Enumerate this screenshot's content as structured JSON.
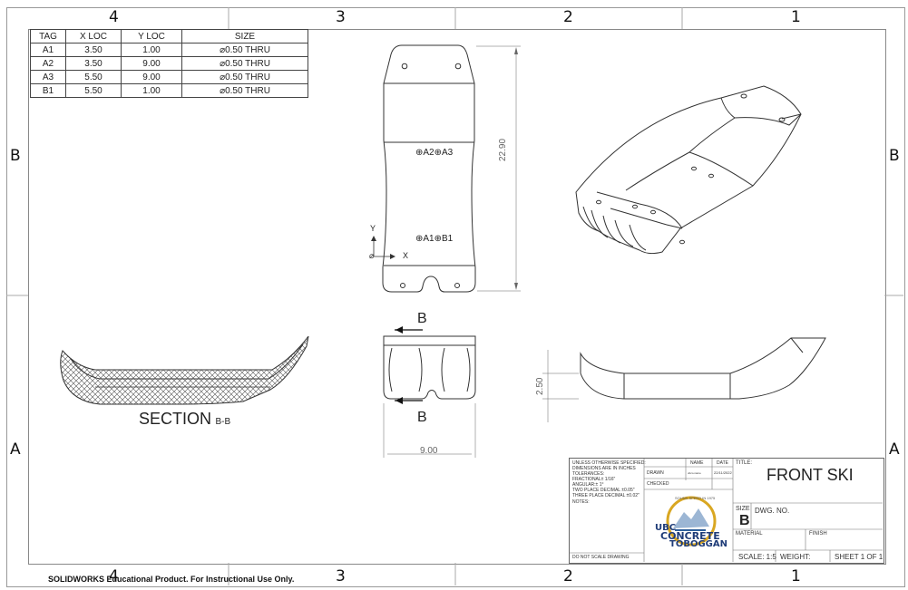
{
  "zones": {
    "top": [
      "4",
      "3",
      "2",
      "1"
    ],
    "bottom": [
      "4",
      "3",
      "2",
      "1"
    ],
    "left": [
      "B",
      "A"
    ],
    "right": [
      "B",
      "A"
    ]
  },
  "hole_table": {
    "headers": [
      "TAG",
      "X LOC",
      "Y LOC",
      "SIZE"
    ],
    "rows": [
      [
        "A1",
        "3.50",
        "1.00",
        "⌀0.50 THRU"
      ],
      [
        "A2",
        "3.50",
        "9.00",
        "⌀0.50 THRU"
      ],
      [
        "A3",
        "5.50",
        "9.00",
        "⌀0.50 THRU"
      ],
      [
        "B1",
        "5.50",
        "1.00",
        "⌀0.50 THRU"
      ]
    ]
  },
  "top_view": {
    "hole_labels_upper": "⊕A2⊕A3",
    "hole_labels_lower": "⊕A1⊕B1",
    "dim_length": "22.90",
    "axis_y": "Y",
    "axis_x": "X",
    "origin": "⌀"
  },
  "front_view": {
    "dim_width": "9.00",
    "cut_label_top": "B",
    "cut_label_bottom": "B"
  },
  "side_view": {
    "dim_height": "2.50"
  },
  "section": {
    "title": "SECTION",
    "sub": "B-B"
  },
  "title_block": {
    "unless": "UNLESS OTHERWISE SPECIFIED:",
    "dims": "DIMENSIONS ARE IN INCHES",
    "tol": "TOLERANCES:",
    "fractional": "FRACTIONAL± 1/16\"",
    "angular": "ANGULAR:± 1°",
    "two_place": "TWO PLACE DECIMAL ±0.05\"",
    "three_place": "THREE PLACE DECIMAL ±0.02\"",
    "notes": "NOTES:",
    "name_hdr": "NAME",
    "date_hdr": "DATE",
    "drawn": "DRAWN",
    "drawn_name": "ubco.name",
    "drawn_date": "22/11/2022",
    "checked": "CHECKED",
    "do_not_scale": "DO NOT SCALE DRAWING",
    "title_hdr": "TITLE:",
    "title": "FRONT SKI",
    "size_hdr": "SIZE",
    "size": "B",
    "dwg_no": "DWG. NO.",
    "material": "MATERIAL",
    "finish": "FINISH",
    "scale": "SCALE: 1:5",
    "weight": "WEIGHT:",
    "sheet": "SHEET 1 OF 1",
    "logo_line1": "UBC",
    "logo_line2": "CONCRETE",
    "logo_line3": "TOBOGGAN",
    "logo_ring": "SOUND SPEED IN 1975"
  },
  "footer": "SOLIDWORKS Educational Product. For Instructional Use Only."
}
